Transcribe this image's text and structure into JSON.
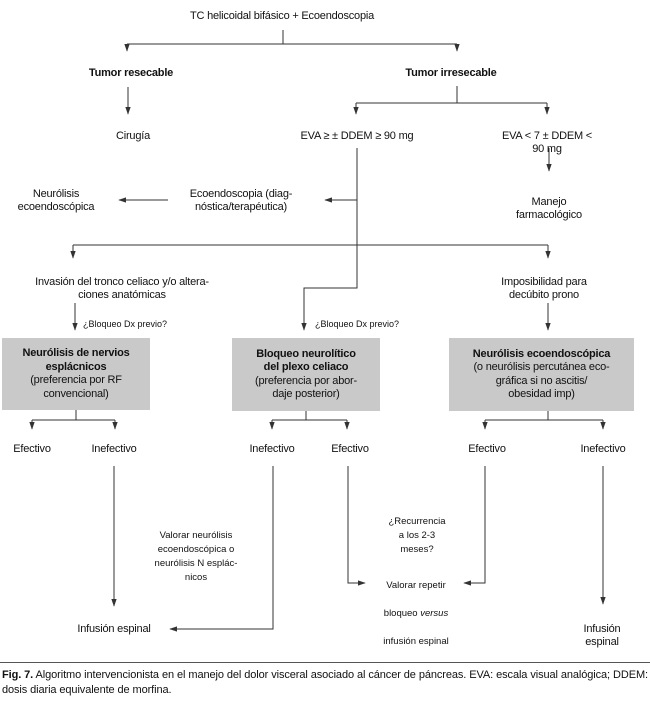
{
  "diagram": {
    "colors": {
      "background": "#ffffff",
      "line": "#333333",
      "box_fill": "#c9c9c9",
      "text": "#111111"
    },
    "nodes": {
      "title": "TC helicoidal bifásico + Ecoendoscopia",
      "tumor_resecable": "Tumor resecable",
      "tumor_irresecable": "Tumor irresecable",
      "cirugia": "Cirugía",
      "eva_alta": "EVA ≥ ± DDEM ≥ 90 mg",
      "eva_baja": "EVA < 7 ± DDEM < 90 mg",
      "neurolisis_ecoendoscopica": "Neurólisis\necoendoscópica",
      "ecoendoscopia_diag": "Ecoendoscopia (diag-\nnóstica/terapéutica)",
      "manejo_farmacologico": "Manejo farmacológico",
      "invasion_tronco_celiaco": "Invasión del tronco celiaco y/o altera-\nciones anatómicas",
      "imposibilidad_decubito": "Imposibilidad para\ndecúbito prono",
      "bloqueo_dx_previo_izq": "¿Bloqueo Dx previo?",
      "bloqueo_dx_previo_centro": "¿Bloqueo Dx previo?",
      "box_neurolisis_esplacnicos": {
        "title": "Neurólisis de nervios\nesplácnicos",
        "subtitle": "(preferencia por RF\nconvencional)"
      },
      "box_bloqueo_plexo": {
        "title": "Bloqueo neurolítico\ndel plexo celiaco",
        "subtitle": "(preferencia por abor-\ndaje posterior)"
      },
      "box_neurolisis_eco": {
        "title": "Neurólisis ecoendoscópica",
        "subtitle": "(o neurólisis percutánea eco-\ngráfica si no ascitis/\nobesidad imp)"
      },
      "outcome_efectivo_1": "Efectivo",
      "outcome_inefectivo_1": "Inefectivo",
      "outcome_inefectivo_2": "Inefectivo",
      "outcome_efectivo_2": "Efectivo",
      "outcome_efectivo_3": "Efectivo",
      "outcome_inefectivo_3": "Inefectivo",
      "valorar_neurolisis": "Valorar neurólisis\necoendoscópica o\nneurólisis N esplác-\nnicos",
      "recurrencia": "¿Recurrencia\na los 2-3\nmeses?",
      "valorar_repetir": {
        "linea1": "Valorar repetir",
        "linea2_pre": "bloqueo ",
        "linea2_italica": "versus",
        "linea3": "infusión espinal"
      },
      "infusion_espinal_izq": "Infusión espinal",
      "infusion_espinal_der": "Infusión espinal"
    },
    "caption": {
      "label": "Fig. 7.",
      "text": "Algoritmo intervencionista en el manejo del dolor visceral asociado al cáncer de páncreas. EVA: escala visual analógica; DDEM: dosis diaria equivalente de morfina."
    }
  }
}
